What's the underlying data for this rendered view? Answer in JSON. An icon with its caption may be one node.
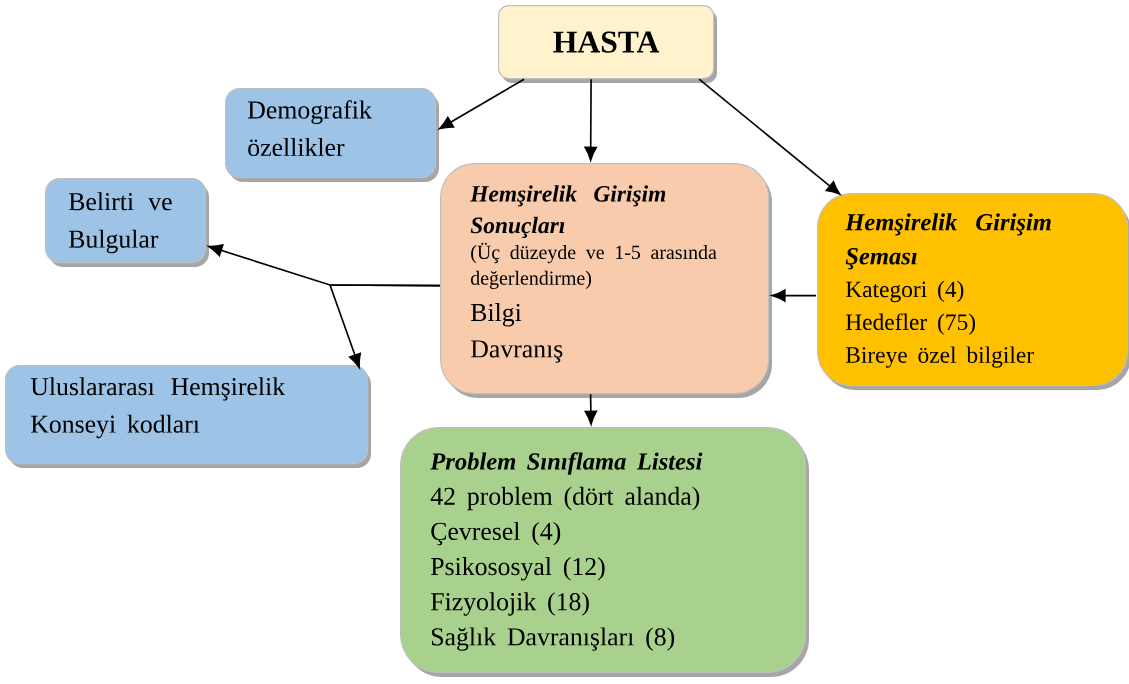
{
  "diagram": {
    "nodes": [
      {
        "text": [
          "HASTA"
        ]
      },
      {
        "text": [
          "Demografik özellikler"
        ]
      },
      {
        "text": [
          "Belirti ve Bulgular"
        ]
      },
      {
        "text": [
          "Hemşirelik Girişim Sonuçları",
          "(Üç düzeyde ve 1-5 arasında değerlendirme)",
          "Bilgi",
          "Davranış"
        ]
      },
      {
        "text": [
          "Hemşirelik Girişim Şeması",
          "Kategori (4)",
          "Hedefler (75)",
          "Bireye özel bilgiler"
        ]
      },
      {
        "text": [
          "Uluslararası Hemşirelik Konseyi kodları"
        ]
      },
      {
        "text": [
          "Problem Sınıflama Listesi",
          "42 problem (dört alanda)",
          "Çevresel (4)",
          "Psikososyal (12)",
          "Fizyolojik (18)",
          "Sağlık Davranışları (8)"
        ]
      }
    ],
    "edges": [
      {
        "from": 0,
        "to": 1,
        "arrow": "to"
      },
      {
        "from": 0,
        "to": 3,
        "arrow": "to"
      },
      {
        "from": 0,
        "to": 4,
        "arrow": "to"
      },
      {
        "from": 4,
        "to": 3,
        "arrow": "to"
      },
      {
        "from": 3,
        "to": 2,
        "arrow": "to"
      },
      {
        "from": 3,
        "to": 5,
        "arrow": "to"
      },
      {
        "from": 3,
        "to": 6,
        "arrow": "to"
      }
    ]
  }
}
